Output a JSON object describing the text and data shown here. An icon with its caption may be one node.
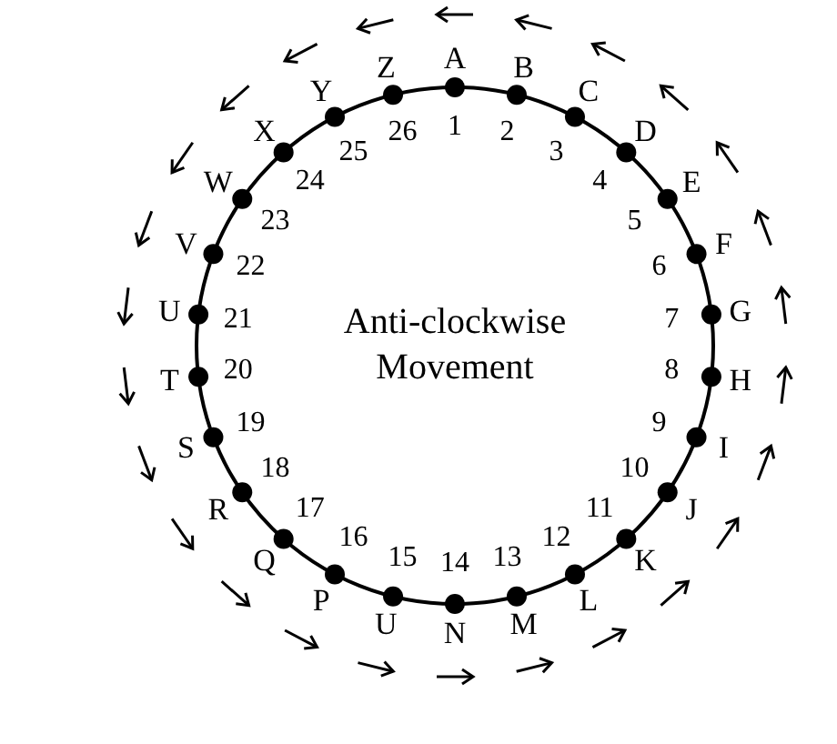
{
  "diagram": {
    "labels": [
      "A",
      "B",
      "C",
      "D",
      "E",
      "F",
      "G",
      "H",
      "I",
      "J",
      "K",
      "L",
      "M",
      "N",
      "U",
      "P",
      "Q",
      "R",
      "S",
      "T",
      "U",
      "V",
      "W",
      "X",
      "Y",
      "Z",
      "1",
      "2",
      "3",
      "4",
      "5",
      "6",
      "7",
      "8",
      "9",
      "10",
      "11",
      "12",
      "13",
      "14",
      "15",
      "16",
      "17",
      "18",
      "19",
      "20",
      "21",
      "22",
      "23",
      "24",
      "25",
      "26",
      "Anti-clockwise Movement"
    ]
  }
}
